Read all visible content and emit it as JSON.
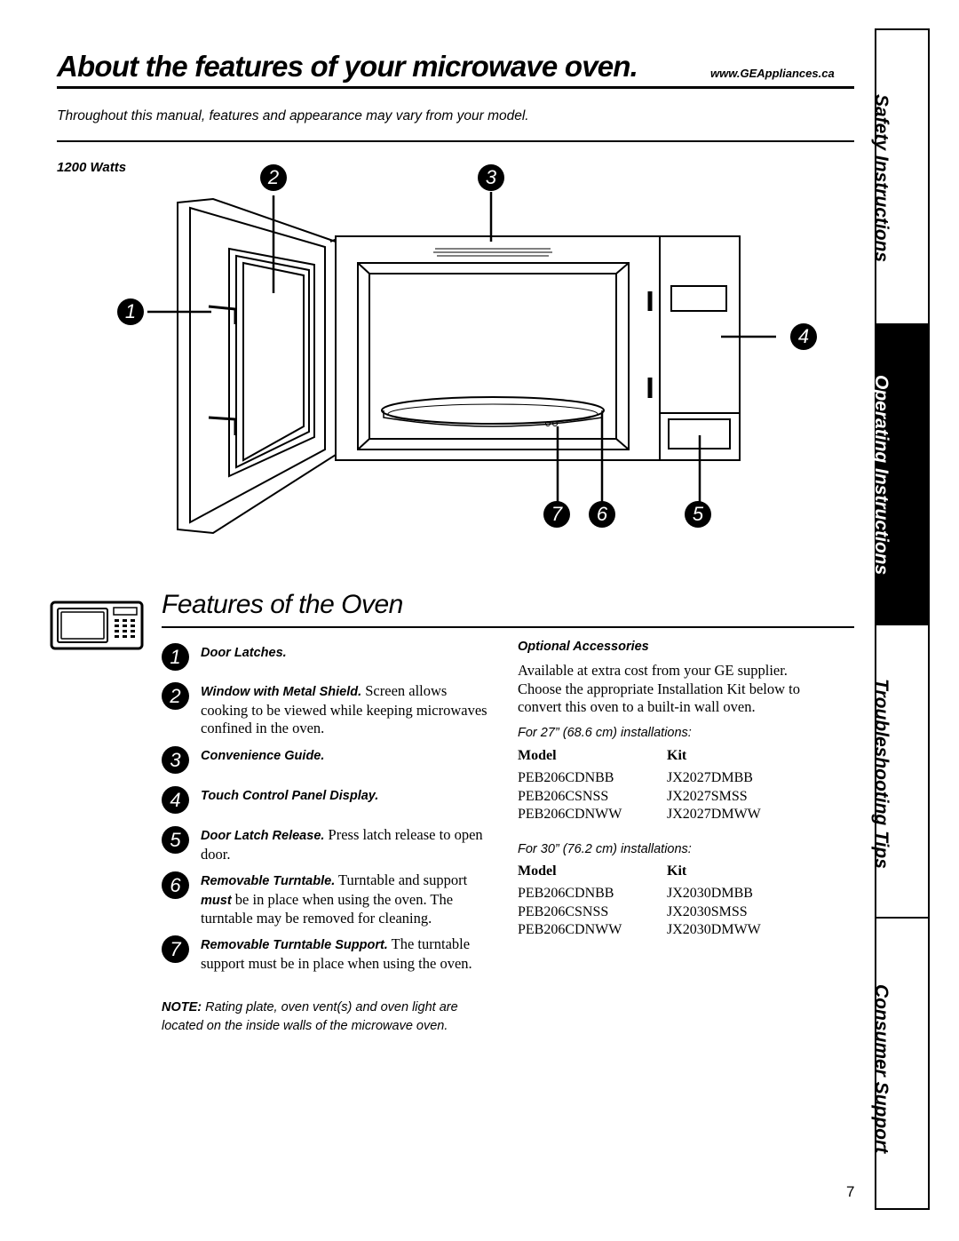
{
  "header": {
    "title": "About the features of your microwave oven.",
    "url": "www.GEAppliances.ca",
    "subtitle": "Throughout this manual, features and appearance may vary from your model."
  },
  "diagram": {
    "watts_label": "1200 Watts",
    "callouts": [
      "1",
      "2",
      "3",
      "4",
      "5",
      "6",
      "7"
    ]
  },
  "section": {
    "title": "Features of the Oven",
    "icon": "microwave-icon"
  },
  "features": [
    {
      "num": "1",
      "label": "Door Latches.",
      "text": ""
    },
    {
      "num": "2",
      "label": "Window with Metal Shield.",
      "text": " Screen allows cooking to be viewed while keeping microwaves confined in the oven."
    },
    {
      "num": "3",
      "label": "Convenience Guide.",
      "text": ""
    },
    {
      "num": "4",
      "label": "Touch Control Panel Display.",
      "text": ""
    },
    {
      "num": "5",
      "label": "Door Latch Release.",
      "text": " Press latch release to open door."
    },
    {
      "num": "6",
      "label": "Removable Turntable.",
      "text_a": " Turntable and support ",
      "em": "must",
      "text_b": " be in place when using the oven. The turntable may be removed for cleaning."
    },
    {
      "num": "7",
      "label": "Removable Turntable Support.",
      "text": " The turntable support must be in place when using the oven."
    }
  ],
  "note": {
    "label": "NOTE:",
    "text": " Rating plate, oven vent(s) and oven light are located on the inside walls of the microwave oven."
  },
  "accessories": {
    "title": "Optional Accessories",
    "body": "Available at extra cost from your GE supplier. Choose the appropriate Installation Kit below to convert this oven to a built-in wall oven.",
    "tables": [
      {
        "caption": "For 27” (68.6 cm) installations:",
        "headers": [
          "Model",
          "Kit"
        ],
        "rows": [
          [
            "PEB206CDNBB",
            "JX2027DMBB"
          ],
          [
            "PEB206CSNSS",
            "JX2027SMSS"
          ],
          [
            "PEB206CDNWW",
            "JX2027DMWW"
          ]
        ]
      },
      {
        "caption": "For 30” (76.2 cm) installations:",
        "headers": [
          "Model",
          "Kit"
        ],
        "rows": [
          [
            "PEB206CDNBB",
            "JX2030DMBB"
          ],
          [
            "PEB206CSNSS",
            "JX2030SMSS"
          ],
          [
            "PEB206CDNWW",
            "JX2030DMWW"
          ]
        ]
      }
    ]
  },
  "side_tabs": [
    {
      "label": "Safety Instructions",
      "active": false
    },
    {
      "label": "Operating Instructions",
      "active": true
    },
    {
      "label": "Troubleshooting Tips",
      "active": false
    },
    {
      "label": "Consumer Support",
      "active": false
    }
  ],
  "page_number": "7"
}
